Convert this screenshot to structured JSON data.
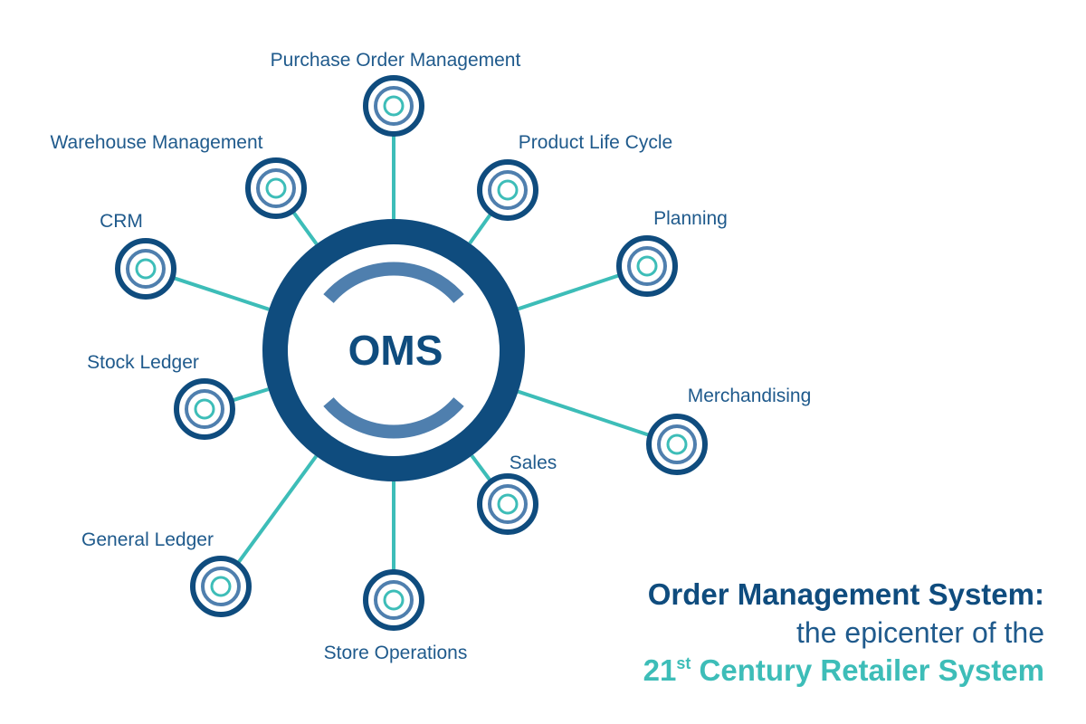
{
  "center": {
    "label": "OMS"
  },
  "nodes": [
    {
      "id": "purchase-order-management",
      "label": "Purchase Order Management"
    },
    {
      "id": "product-life-cycle",
      "label": "Product Life Cycle"
    },
    {
      "id": "planning",
      "label": "Planning"
    },
    {
      "id": "merchandising",
      "label": "Merchandising"
    },
    {
      "id": "sales",
      "label": "Sales"
    },
    {
      "id": "store-operations",
      "label": "Store Operations"
    },
    {
      "id": "general-ledger",
      "label": "General Ledger"
    },
    {
      "id": "stock-ledger",
      "label": "Stock Ledger"
    },
    {
      "id": "crm",
      "label": "CRM"
    },
    {
      "id": "warehouse-management",
      "label": "Warehouse Management"
    }
  ],
  "caption": {
    "line1": "Order Management System:",
    "line2": "the epicenter of the",
    "line3_number": "21",
    "line3_superscript": "st",
    "line3_rest": " Century Retailer System"
  },
  "colors": {
    "dark_blue": "#0f4c7e",
    "mid_blue": "#4f7fae",
    "teal": "#3dbdb8",
    "label_blue": "#1f5a8c"
  }
}
